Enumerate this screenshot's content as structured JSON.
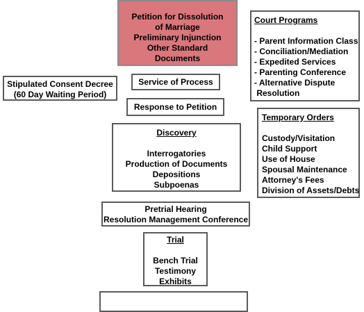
{
  "petition": {
    "lines": [
      "Petition for Dissolution",
      "of Marriage",
      "Preliminary Injunction",
      "Other Standard",
      "Documents"
    ]
  },
  "service": {
    "label": "Service of Process"
  },
  "stipulated": {
    "lines": [
      "Stipulated Consent Decree",
      "(60 Day Waiting Period)"
    ]
  },
  "response": {
    "label": "Response to Petition"
  },
  "court_programs": {
    "title": "Court Programs",
    "items": [
      "- Parent Information Class",
      "- Conciliation/Mediation",
      "- Expedited Services",
      "- Parenting Conference",
      "- Alternative Dispute",
      " Resolution"
    ]
  },
  "temporary_orders": {
    "title": "Temporary Orders",
    "items": [
      "Custody/Visitation",
      "Child Support",
      "Use of House",
      "Spousal Maintenance",
      "Attorney's Fees",
      "Division of Assets/Debts"
    ]
  },
  "discovery": {
    "title": "Discovery",
    "items": [
      "Interrogatories",
      "Production of Documents",
      "Depositions",
      "Subpoenas"
    ]
  },
  "pretrial": {
    "lines": [
      "Pretrial Hearing",
      "Resolution Management Conference"
    ]
  },
  "trial": {
    "title": "Trial",
    "items": [
      "Bench Trial",
      "Testimony",
      "Exhibits"
    ]
  }
}
